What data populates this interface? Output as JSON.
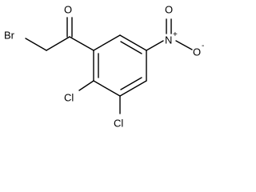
{
  "structure": {
    "atoms": {
      "carbonyl_oxygen": "O",
      "bromine": "Br",
      "nitro_nitrogen": "N",
      "nitro_n_charge": "+",
      "nitro_oxygen_top": "O",
      "nitro_oxygen_bottom": "O",
      "nitro_o_charge": "-",
      "chlorine_1": "Cl",
      "chlorine_2": "Cl"
    }
  }
}
